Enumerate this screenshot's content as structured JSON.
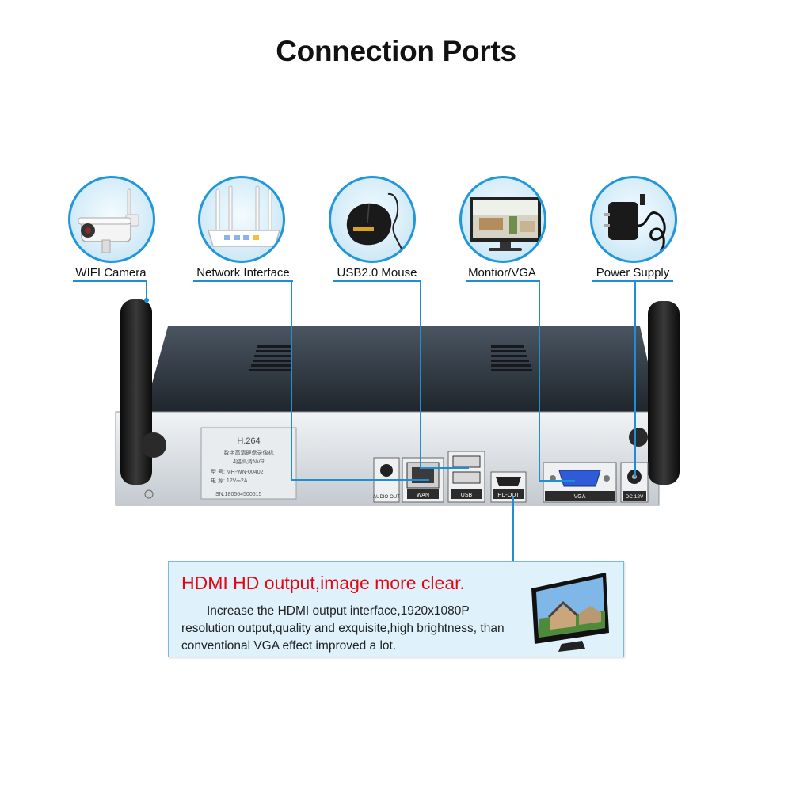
{
  "title": "Connection Ports",
  "ports": [
    {
      "label": "WIFI Camera",
      "icon": "wifi-camera-icon"
    },
    {
      "label": "Network Interface",
      "icon": "router-icon"
    },
    {
      "label": "USB2.0 Mouse",
      "icon": "mouse-icon"
    },
    {
      "label": "Montior/VGA",
      "icon": "monitor-icon"
    },
    {
      "label": "Power Supply",
      "icon": "power-adapter-icon"
    }
  ],
  "device": {
    "sticker": {
      "codec": "H.264",
      "line1": "数字高清硬盘录像机",
      "line2": "4路高清NVR",
      "model": "型 号: MH-WN-00402",
      "power": "电 源: 12V⎓2A",
      "serial": "SN:180564500515"
    },
    "port_labels": {
      "audio": "AUDIO-OUT",
      "wan": "WAN",
      "usb": "USB",
      "hdmi": "HD-OUT",
      "vga": "VGA",
      "dc": "DC 12V"
    }
  },
  "info": {
    "heading": "HDMI HD output,image more clear.",
    "body": "Increase the HDMI output interface,1920x1080P resolution output,quality and exquisite,high brightness, than conventional VGA effect improved a lot."
  },
  "colors": {
    "accent": "#1e8fd6",
    "heading_red": "#e30613",
    "info_bg": "#dff2fb"
  }
}
